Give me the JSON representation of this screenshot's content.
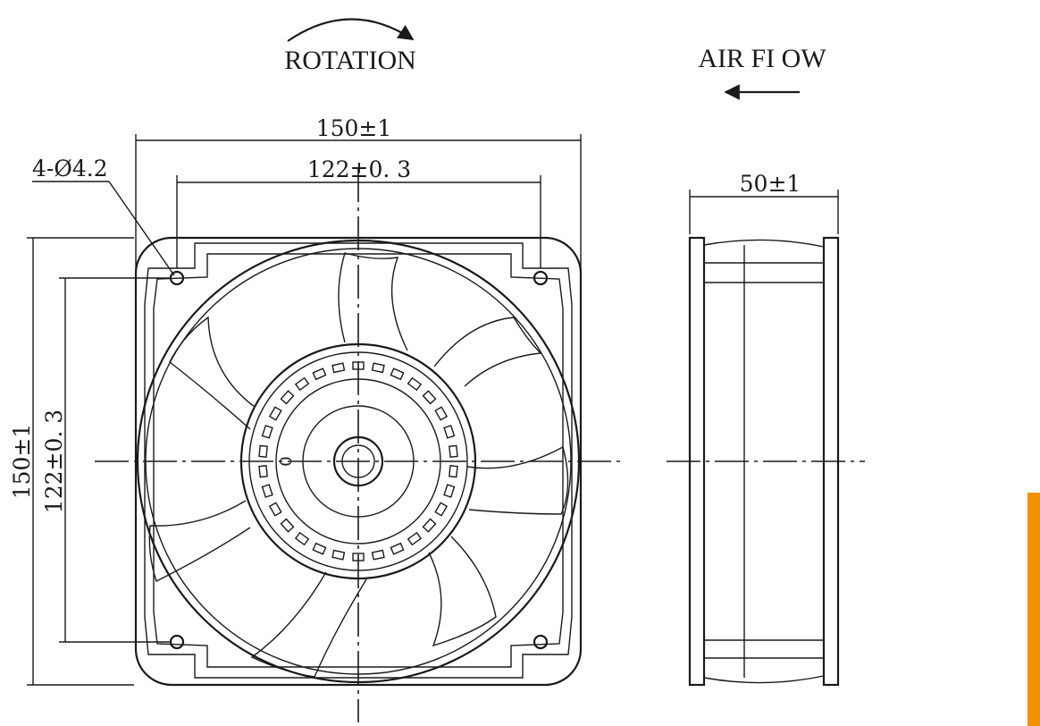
{
  "labels": {
    "rotation": "ROTATION",
    "airflow": "AIR FI OW"
  },
  "dimensions": {
    "overall_width": "150±1",
    "hole_spacing_h": "122±0. 3",
    "hole_callout": "4-Ø4.2",
    "overall_height": "150±1",
    "hole_spacing_v": "122±0. 3",
    "depth": "50±1"
  },
  "hub_mark": "0",
  "colors": {
    "line": "#1a1a1a",
    "accent_bar": "#f39200",
    "background": "#ffffff"
  }
}
